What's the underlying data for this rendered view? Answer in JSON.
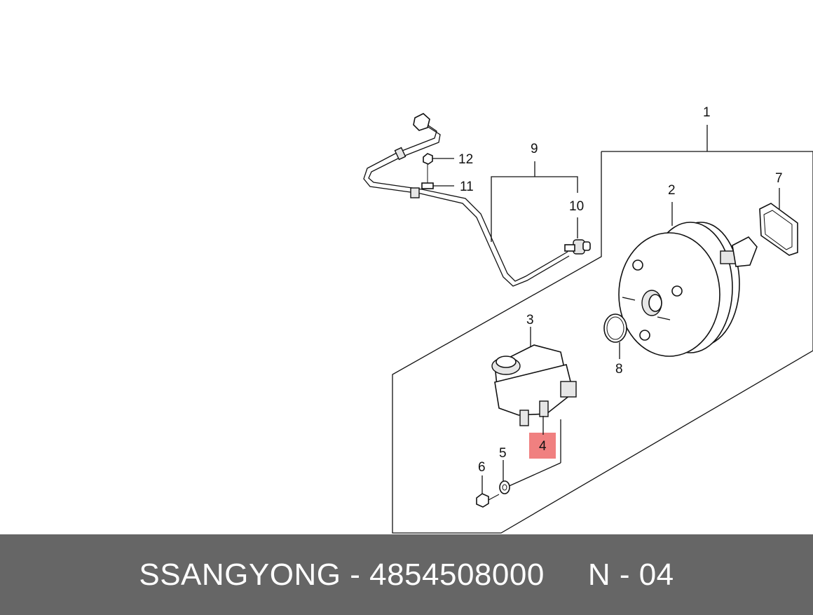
{
  "diagram": {
    "callouts": {
      "c1": "1",
      "c2": "2",
      "c3": "3",
      "c4": "4",
      "c5": "5",
      "c6": "6",
      "c7": "7",
      "c8": "8",
      "c9": "9",
      "c10": "10",
      "c11": "11",
      "c12": "12"
    },
    "highlight_color": "#f08080"
  },
  "footer": {
    "brand": "SSANGYONG",
    "separator": "-",
    "part_number": "4854508000",
    "ref": "N - 04"
  }
}
